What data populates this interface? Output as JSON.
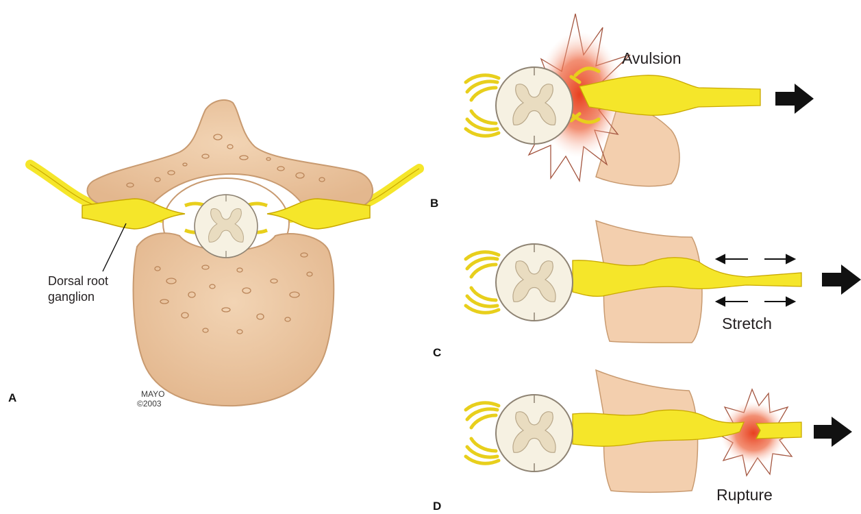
{
  "colors": {
    "bone": "#ecc9a5",
    "bone_edge": "#c89a70",
    "bone_pore": "#b98458",
    "nerve": "#f5e62a",
    "nerve_edge": "#c9a800",
    "cord": "#f6f1e2",
    "cord_edge": "#8e8373",
    "grey_matter": "#e9dcc0",
    "tissue": "#f3cfae",
    "injury": "#e03a22",
    "arrow": "#111111"
  },
  "panel_a": {
    "letter": "A",
    "callout_label_line1": "Dorsal root",
    "callout_label_line2": "ganglion",
    "credit_line1": "MAYO",
    "credit_line2": "©2003"
  },
  "panel_b": {
    "letter": "B",
    "label": "Avulsion"
  },
  "panel_c": {
    "letter": "C",
    "label": "Stretch"
  },
  "panel_d": {
    "letter": "D",
    "label": "Rupture"
  },
  "icons": [
    "pull-arrow-icon",
    "double-headed-arrow-icon",
    "injury-burst-icon"
  ]
}
